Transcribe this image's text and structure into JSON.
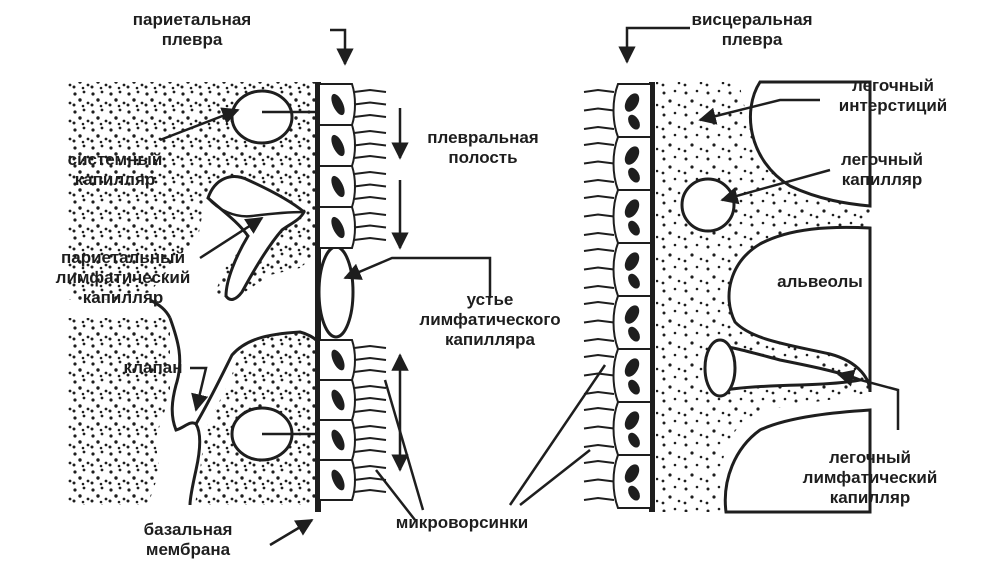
{
  "labels": {
    "parietal_pleura": "париетальная\nплевра",
    "visceral_pleura": "висцеральная\nплевра",
    "systemic_capillary": "системный\nкапилляр",
    "pleural_cavity": "плевральная\nполость",
    "lung_interstitium": "легочный\nинтерстиций",
    "lung_capillary": "легочный\nкапилляр",
    "parietal_lymph": "париетальный\nлимфатический\nкапилляр",
    "lymph_orifice": "устье\nлимфатического\nкапилляра",
    "alveoli": "альвеолы",
    "valve": "клапан",
    "lung_lymph": "легочный\nлимфатический\nкапилляр",
    "basal_membrane": "базальная\nмембрана",
    "microvilli": "микроворсинки"
  },
  "colors": {
    "ink": "#1e1e1e",
    "background": "#ffffff"
  }
}
